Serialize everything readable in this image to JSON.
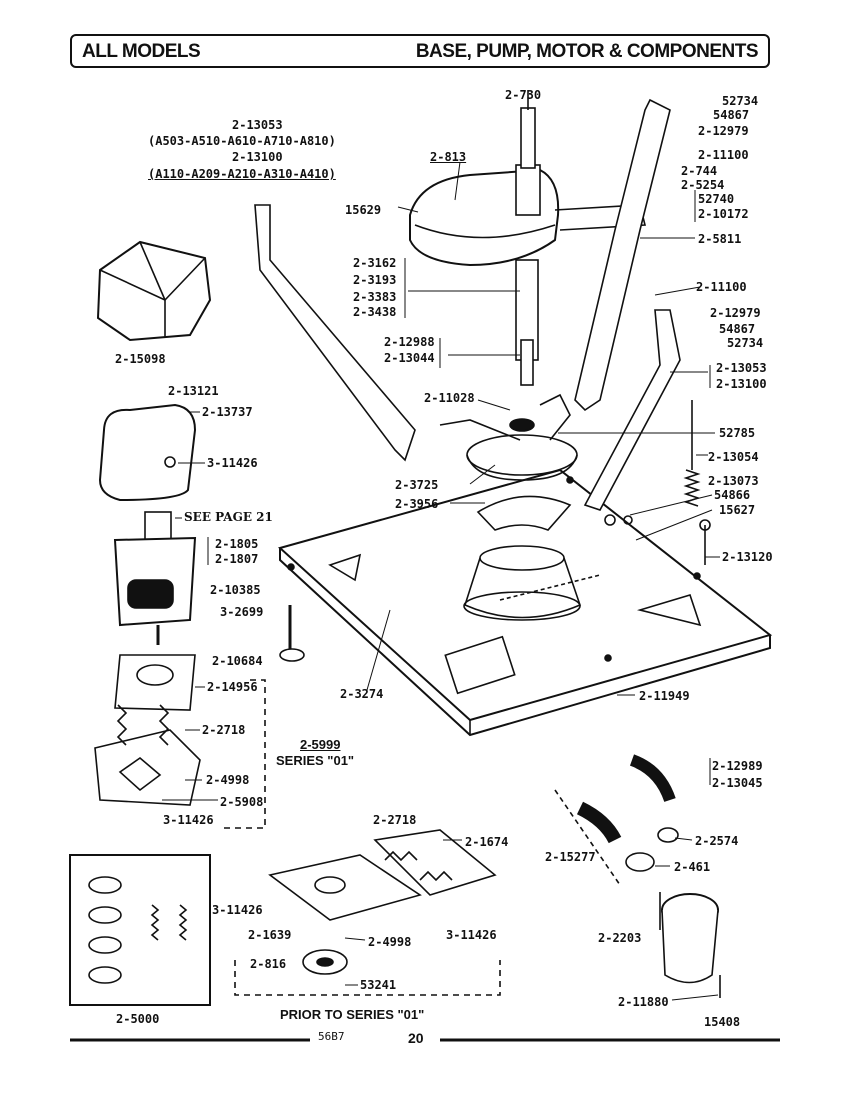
{
  "header": {
    "left": "ALL MODELS",
    "right": "BASE, PUMP, MOTOR & COMPONENTS"
  },
  "spec_labels": {
    "line1": "2-13053",
    "line2": "(A503-A510-A610-A710-A810)",
    "line3": "2-13100",
    "line4": "(A110-A209-A210-A310-A410)"
  },
  "parts": {
    "p_2_730": "2-730",
    "p_52734_a": "52734",
    "p_54867_a": "54867",
    "p_2_12979_a": "2-12979",
    "p_2_11100_a": "2-11100",
    "p_2_744": "2-744",
    "p_2_5254": "2-5254",
    "p_52740": "52740",
    "p_2_10172": "2-10172",
    "p_2_813": "2-813",
    "p_15629": "15629",
    "p_2_5811": "2-5811",
    "p_2_3162": "2-3162",
    "p_2_3193": "2-3193",
    "p_2_3383": "2-3383",
    "p_2_3438": "2-3438",
    "p_2_11100_b": "2-11100",
    "p_2_12979_b": "2-12979",
    "p_54867_b": "54867",
    "p_52734_b": "52734",
    "p_2_12988": "2-12988",
    "p_2_13044": "2-13044",
    "p_2_13053": "2-13053",
    "p_2_13100": "2-13100",
    "p_2_15098": "2-15098",
    "p_2_13121": "2-13121",
    "p_2_11028": "2-11028",
    "p_52785": "52785",
    "p_2_13737": "2-13737",
    "p_3_11426_a": "3-11426",
    "p_2_13054": "2-13054",
    "p_2_13073": "2-13073",
    "p_2_3725": "2-3725",
    "p_54866": "54866",
    "p_2_3956": "2-3956",
    "p_15627": "15627",
    "p_see_page": "SEE PAGE 21",
    "p_2_1805": "2-1805",
    "p_2_1807": "2-1807",
    "p_2_13120": "2-13120",
    "p_2_10385": "2-10385",
    "p_3_2699": "3-2699",
    "p_2_10684": "2-10684",
    "p_2_14956": "2-14956",
    "p_2_3274": "2-3274",
    "p_2_11949": "2-11949",
    "p_2_2718_a": "2-2718",
    "p_2_4998_a": "2-4998",
    "p_2_5908": "2-5908",
    "p_3_11426_b": "3-11426",
    "p_2_12989": "2-12989",
    "p_2_13045": "2-13045",
    "p_2_2718_b": "2-2718",
    "p_2_1674": "2-1674",
    "p_2_2574": "2-2574",
    "p_2_15277": "2-15277",
    "p_2_461": "2-461",
    "p_3_11426_c": "3-11426",
    "p_2_1639": "2-1639",
    "p_2_4998_b": "2-4998",
    "p_3_11426_d": "3-11426",
    "p_2_2203": "2-2203",
    "p_2_816": "2-816",
    "p_53241": "53241",
    "p_2_11880": "2-11880",
    "p_15408": "15408",
    "p_2_5000": "2-5000"
  },
  "notes": {
    "series_num": "2-5999",
    "series_text": "SERIES \"01\"",
    "prior": "PRIOR TO SERIES \"01\""
  },
  "footer": {
    "code": "56B7",
    "page": "20"
  }
}
